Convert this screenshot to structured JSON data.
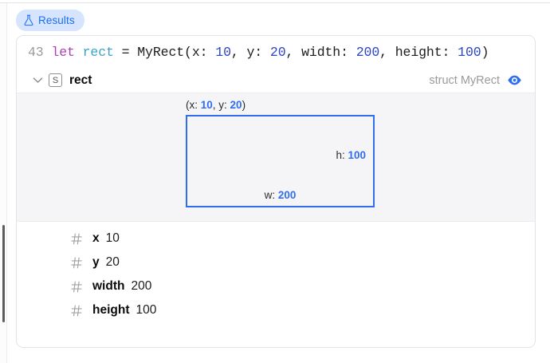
{
  "tabs": [
    {
      "label": "Results",
      "icon": "flask-icon",
      "active": true
    }
  ],
  "code": {
    "line_number": "43",
    "tokens": [
      {
        "text": "let",
        "kind": "keyword"
      },
      {
        "text": " ",
        "kind": "plain"
      },
      {
        "text": "rect",
        "kind": "variable"
      },
      {
        "text": " = MyRect(x: ",
        "kind": "plain"
      },
      {
        "text": "10",
        "kind": "number"
      },
      {
        "text": ", y: ",
        "kind": "plain"
      },
      {
        "text": "20",
        "kind": "number"
      },
      {
        "text": ", width: ",
        "kind": "plain"
      },
      {
        "text": "200",
        "kind": "number"
      },
      {
        "text": ", height: ",
        "kind": "plain"
      },
      {
        "text": "100",
        "kind": "number"
      },
      {
        "text": ")",
        "kind": "plain"
      }
    ],
    "full_text": "43 let rect = MyRect(x: 10, y: 20, width: 200, height: 100)"
  },
  "struct_row": {
    "disclosure_state": "expanded",
    "badge": "S",
    "name": "rect",
    "type_label": "struct MyRect",
    "eye_icon": "eye-icon"
  },
  "visualization": {
    "origin_label_prefix": "(x: ",
    "origin_x": "10",
    "origin_label_middle": ", y: ",
    "origin_y": "20",
    "origin_label_suffix": ")",
    "height_label": "h: ",
    "height_value": "100",
    "width_label": "w: ",
    "width_value": "200"
  },
  "properties": [
    {
      "icon": "hash-icon",
      "name": "x",
      "value": "10"
    },
    {
      "icon": "hash-icon",
      "name": "y",
      "value": "20"
    },
    {
      "icon": "hash-icon",
      "name": "width",
      "value": "200"
    },
    {
      "icon": "hash-icon",
      "name": "height",
      "value": "100"
    }
  ],
  "colors": {
    "accent_blue": "#2f6ef0",
    "tab_background": "#d6e4fd",
    "tab_text": "#1b6ef3",
    "keyword_magenta": "#ad3fb3",
    "variable_cyan": "#3aa2c8",
    "number_blue": "#2b45c7",
    "muted_gray": "#9b9b9f",
    "viz_background": "#f5f5f7"
  }
}
